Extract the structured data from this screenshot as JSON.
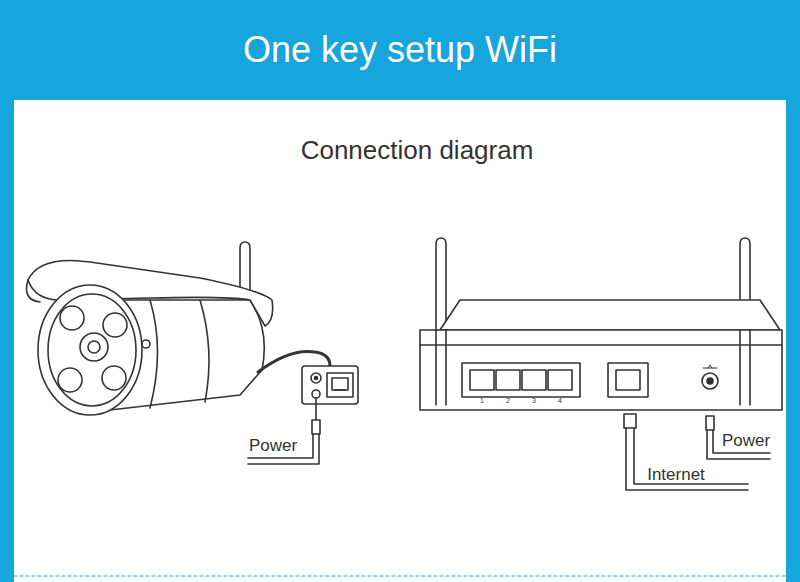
{
  "diagram": {
    "title": "One key setup WiFi",
    "labels": [
      "Connection diagram",
      "1",
      "2",
      "3",
      "4",
      "Power",
      "Internet",
      "Power"
    ]
  }
}
